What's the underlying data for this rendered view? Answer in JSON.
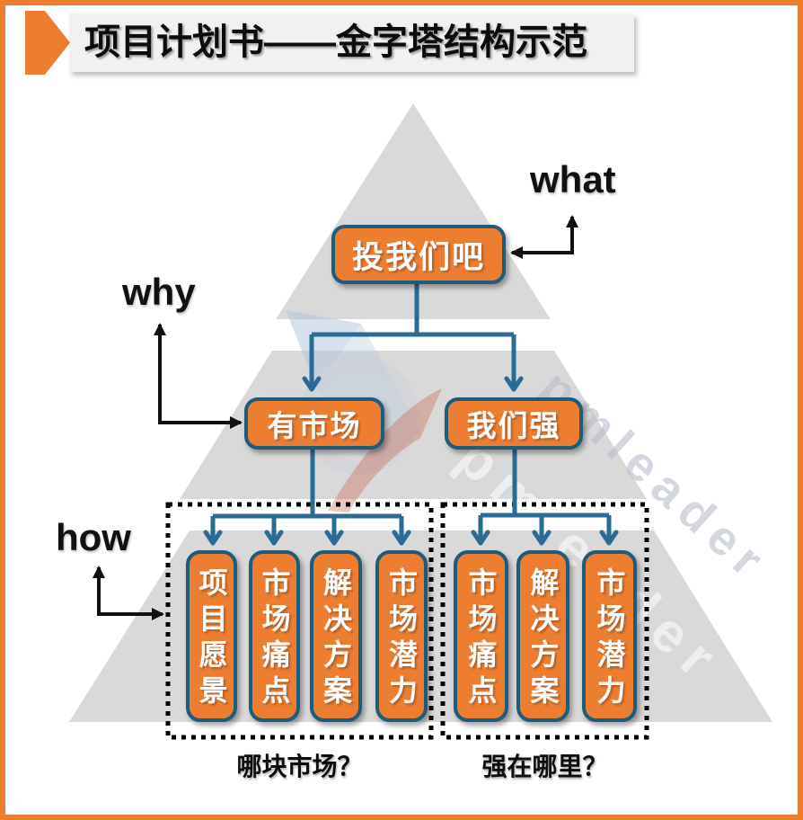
{
  "title": {
    "text": "项目计划书——金字塔结构示范"
  },
  "labels": {
    "what": "what",
    "why": "why",
    "how": "how"
  },
  "nodes": {
    "top": {
      "label": "投我们吧"
    },
    "level2": [
      {
        "label": "有市场"
      },
      {
        "label": "我们强"
      }
    ],
    "group_left": {
      "items": [
        "项目愿景",
        "市场痛点",
        "解决方案",
        "市场潜力"
      ],
      "caption": "哪块市场？"
    },
    "group_right": {
      "items": [
        "市场痛点",
        "解决方案",
        "市场潜力"
      ],
      "caption": "强在哪里？"
    }
  },
  "watermark": {
    "text": "pmleader"
  },
  "colors": {
    "accent_orange": "#ED7D31",
    "node_border": "#1E5C78",
    "connector": "#2A6B93",
    "pyramid_gray": "#D9D9D9",
    "title_strip": "#F1F1F1",
    "text_black": "#111111"
  }
}
